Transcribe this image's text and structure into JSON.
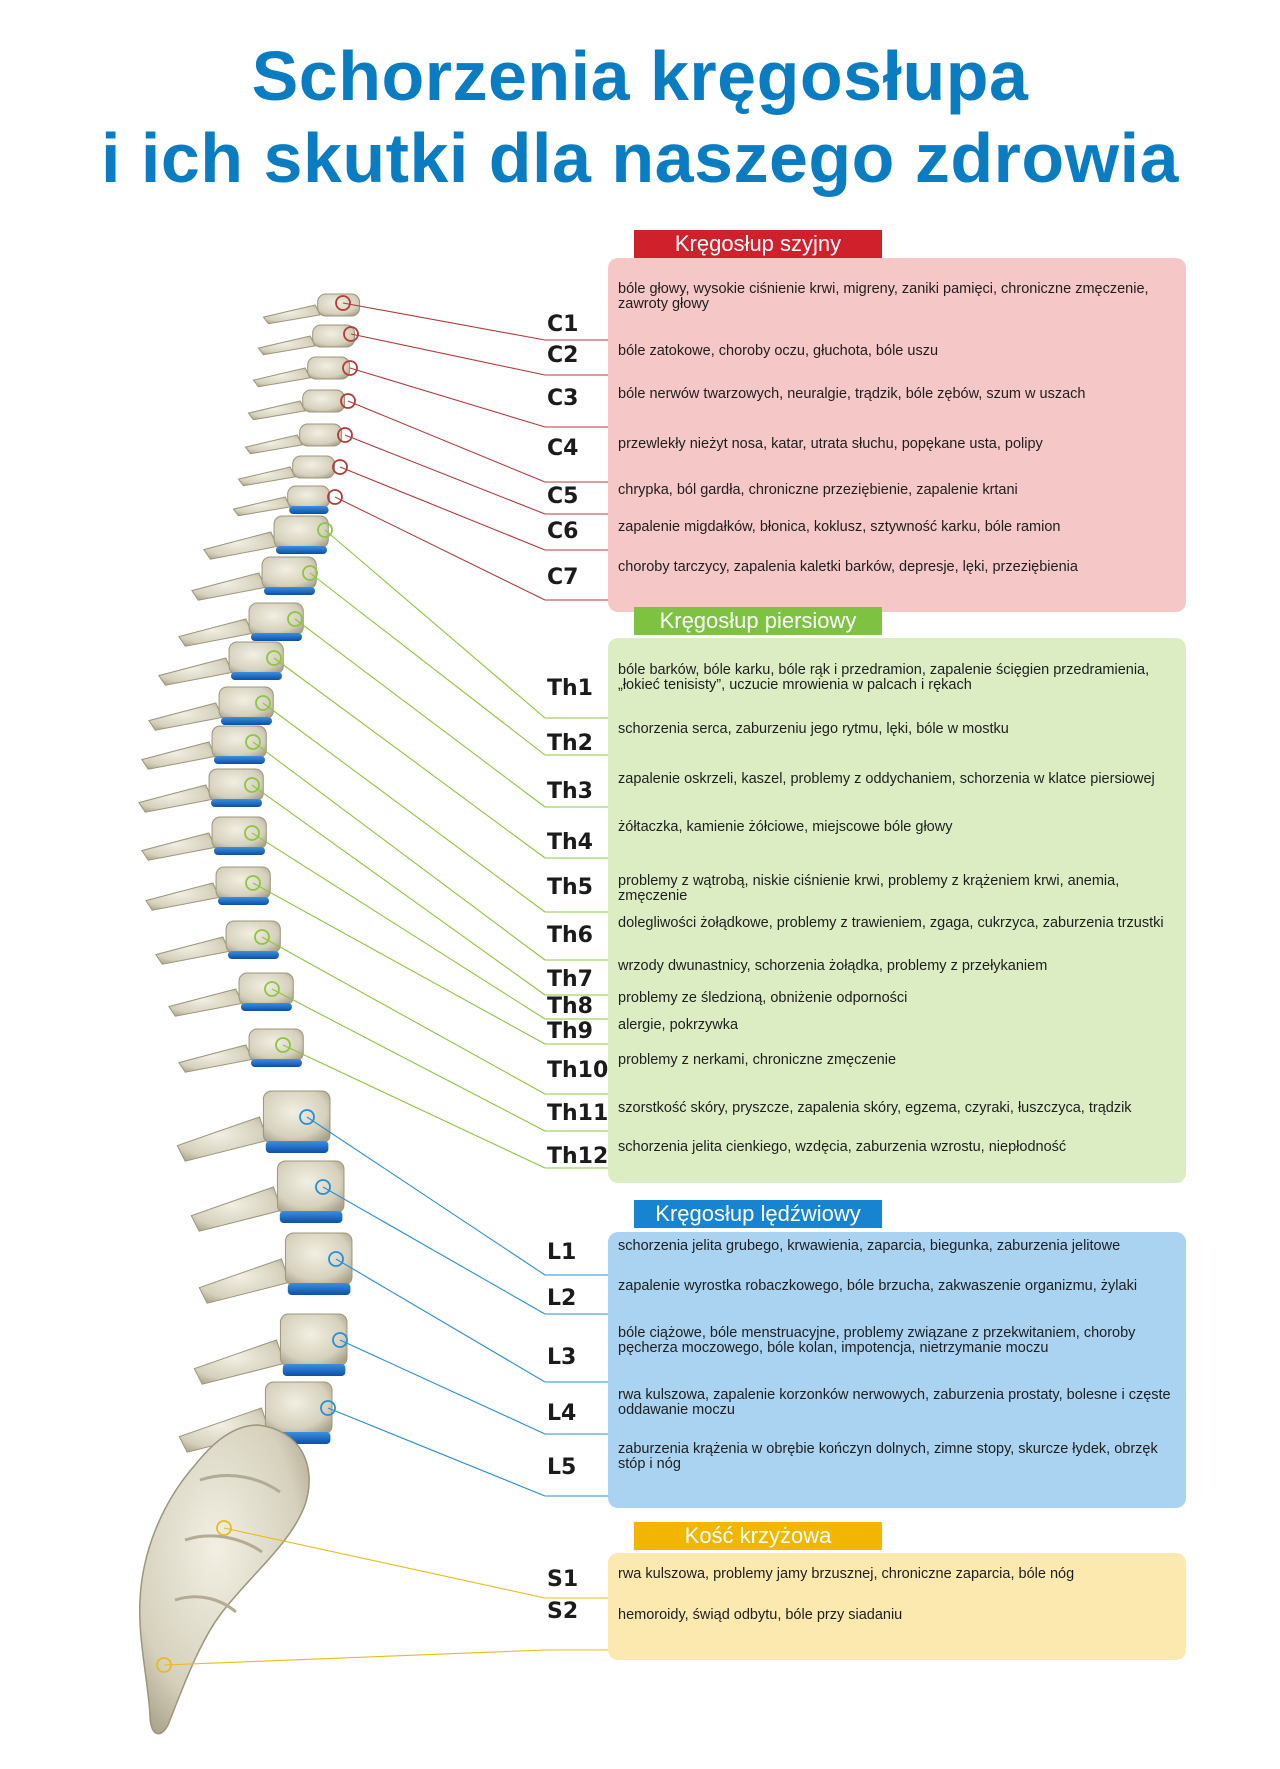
{
  "title": {
    "line1": "Schorzenia kręgosłupa",
    "line2": "i ich skutki dla naszego zdrowia"
  },
  "colors": {
    "title": "#0a7cc2",
    "cervical_head": "#d0202b",
    "cervical_bg": "#f6c7c7",
    "cervical_line": "#b53a3a",
    "thoracic_head": "#7ec242",
    "thoracic_bg": "#dcedc4",
    "thoracic_line": "#8cc63f",
    "lumbar_head": "#1684d1",
    "lumbar_bg": "#a9d3f1",
    "lumbar_line": "#2a8ed4",
    "sacral_head": "#f2b500",
    "sacral_bg": "#fce9b0",
    "sacral_line": "#e8bb1e"
  },
  "sections": [
    {
      "id": "cervical",
      "name": "Kręgosłup szyjny",
      "vertebrae": [
        {
          "label": "C1",
          "text": "bóle głowy, wysokie ciśnienie krwi, migreny, zaniki pamięci, chroniczne zmęczenie, zawroty głowy"
        },
        {
          "label": "C2",
          "text": "bóle zatokowe, choroby oczu, głuchota, bóle uszu"
        },
        {
          "label": "C3",
          "text": "bóle nerwów twarzowych, neuralgie, trądzik, bóle zębów, szum w uszach"
        },
        {
          "label": "C4",
          "text": "przewlekły nieżyt nosa, katar, utrata słuchu, popękane usta, polipy"
        },
        {
          "label": "C5",
          "text": "chrypka, ból gardła, chroniczne przeziębienie, zapalenie krtani"
        },
        {
          "label": "C6",
          "text": "zapalenie migdałków, błonica, koklusz, sztywność karku, bóle ramion"
        },
        {
          "label": "C7",
          "text": "choroby tarczycy, zapalenia kaletki barków, depresje, lęki, przeziębienia"
        }
      ]
    },
    {
      "id": "thoracic",
      "name": "Kręgosłup piersiowy",
      "vertebrae": [
        {
          "label": "Th1",
          "text": "bóle barków, bóle karku, bóle rąk i przedramion, zapalenie ścięgien przedramienia, „łokieć tenisisty”,  uczucie mrowienia w palcach i rękach"
        },
        {
          "label": "Th2",
          "text": "schorzenia serca, zaburzeniu jego rytmu, lęki, bóle w mostku"
        },
        {
          "label": "Th3",
          "text": "zapalenie oskrzeli, kaszel, problemy z oddychaniem, schorzenia w klatce piersiowej"
        },
        {
          "label": "Th4",
          "text": "żółtaczka, kamienie żółciowe, miejscowe bóle głowy"
        },
        {
          "label": "Th5",
          "text": "problemy z wątrobą, niskie ciśnienie krwi, problemy z krążeniem krwi, anemia, zmęczenie"
        },
        {
          "label": "Th6",
          "text": "dolegliwości żołądkowe, problemy z trawieniem, zgaga, cukrzyca, zaburzenia trzustki"
        },
        {
          "label": "Th7",
          "text": "wrzody dwunastnicy, schorzenia żołądka, problemy z przełykaniem"
        },
        {
          "label": "Th8",
          "text": "problemy ze śledzioną, obniżenie odporności"
        },
        {
          "label": "Th9",
          "text": "alergie, pokrzywka"
        },
        {
          "label": "Th10",
          "text": "problemy z nerkami, chroniczne zmęczenie"
        },
        {
          "label": "Th11",
          "text": "szorstkość skóry, pryszcze, zapalenia skóry, egzema, czyraki, łuszczyca, trądzik"
        },
        {
          "label": "Th12",
          "text": "schorzenia jelita cienkiego, wzdęcia, zaburzenia wzrostu, niepłodność"
        }
      ]
    },
    {
      "id": "lumbar",
      "name": "Kręgosłup lędźwiowy",
      "vertebrae": [
        {
          "label": "L1",
          "text": "schorzenia jelita grubego, krwawienia, zaparcia, biegunka, zaburzenia jelitowe"
        },
        {
          "label": "L2",
          "text": "zapalenie wyrostka robaczkowego, bóle brzucha, zakwaszenie organizmu, żylaki"
        },
        {
          "label": "L3",
          "text": "bóle ciążowe, bóle menstruacyjne, problemy związane z przekwitaniem, choroby pęcherza moczowego, bóle kolan, impotencja, nietrzymanie moczu"
        },
        {
          "label": "L4",
          "text": "rwa kulszowa, zapalenie korzonków nerwowych, zaburzenia prostaty, bolesne i częste oddawanie moczu"
        },
        {
          "label": "L5",
          "text": "zaburzenia krążenia w obrębie kończyn dolnych, zimne stopy, skurcze łydek, obrzęk  stóp i nóg"
        }
      ]
    },
    {
      "id": "sacral",
      "name": "Kość krzyżowa",
      "vertebrae": [
        {
          "label": "S1",
          "text": "rwa kulszowa, problemy jamy brzusznej, chroniczne zaparcia, bóle nóg"
        },
        {
          "label": "S2",
          "text": "hemoroidy, świąd odbytu, bóle przy siadaniu"
        }
      ]
    }
  ]
}
